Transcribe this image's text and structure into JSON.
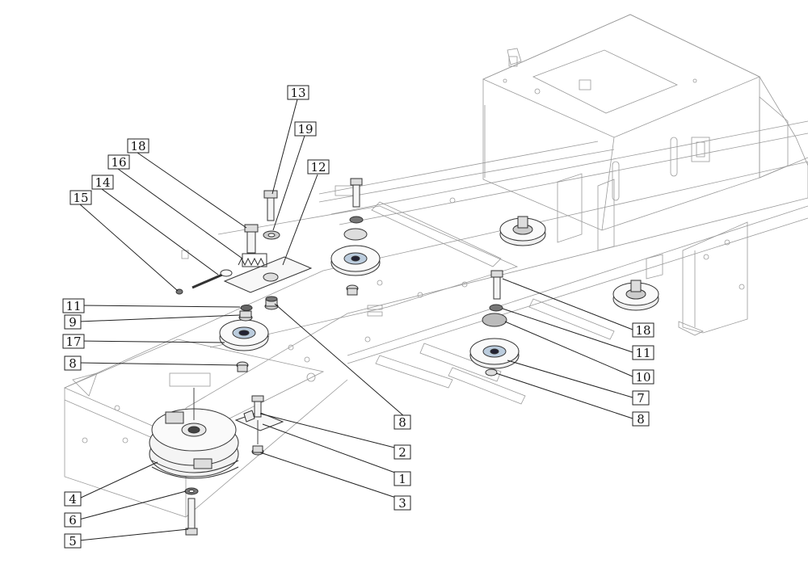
{
  "callouts": [
    {
      "id": "1",
      "label": "1"
    },
    {
      "id": "2",
      "label": "2"
    },
    {
      "id": "3",
      "label": "3"
    },
    {
      "id": "4",
      "label": "4"
    },
    {
      "id": "5",
      "label": "5"
    },
    {
      "id": "6",
      "label": "6"
    },
    {
      "id": "7",
      "label": "7"
    },
    {
      "id": "8a",
      "label": "8"
    },
    {
      "id": "8b",
      "label": "8"
    },
    {
      "id": "8c",
      "label": "8"
    },
    {
      "id": "9",
      "label": "9"
    },
    {
      "id": "10",
      "label": "10"
    },
    {
      "id": "11a",
      "label": "11"
    },
    {
      "id": "11b",
      "label": "11"
    },
    {
      "id": "12",
      "label": "12"
    },
    {
      "id": "13",
      "label": "13"
    },
    {
      "id": "14",
      "label": "14"
    },
    {
      "id": "15",
      "label": "15"
    },
    {
      "id": "16",
      "label": "16"
    },
    {
      "id": "17",
      "label": "17"
    },
    {
      "id": "18a",
      "label": "18"
    },
    {
      "id": "18b",
      "label": "18"
    },
    {
      "id": "19",
      "label": "19"
    }
  ]
}
